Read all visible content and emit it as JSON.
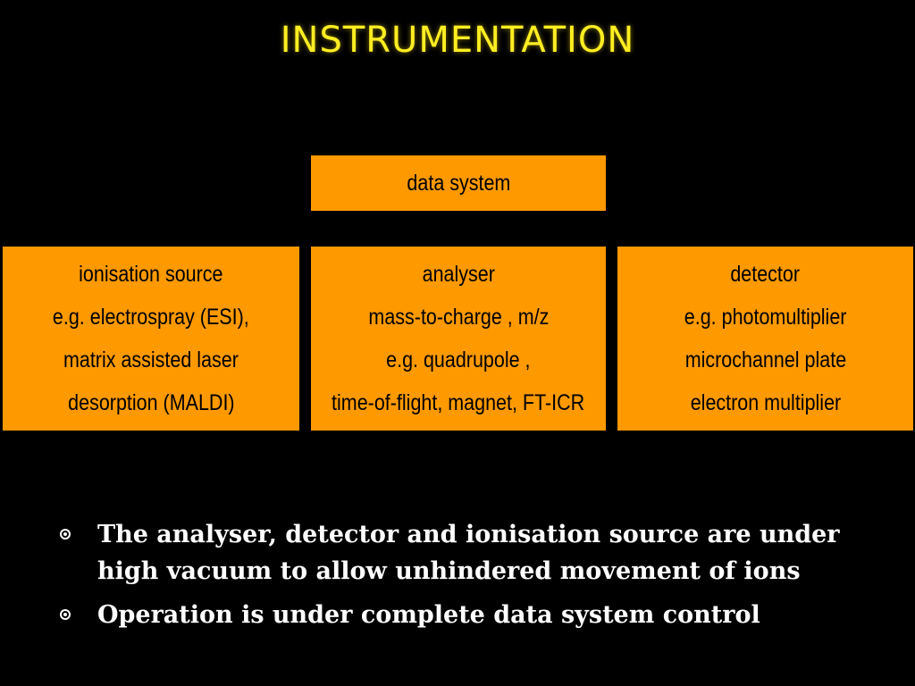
{
  "slide": {
    "title": "INSTRUMENTATION"
  },
  "diagram": {
    "data_system": {
      "lines": [
        "data system"
      ]
    },
    "ionisation_source": {
      "lines": [
        "ionisation source",
        "e.g. electrospray (ESI),",
        "matrix assisted laser",
        "desorption (MALDI)"
      ]
    },
    "analyser": {
      "lines": [
        "analyser",
        "mass-to-charge , m/z",
        "e.g. quadrupole ,",
        "time-of-flight, magnet, FT-ICR"
      ]
    },
    "detector": {
      "lines": [
        "detector",
        "e.g. photomultiplier",
        "microchannel plate",
        "electron multiplier"
      ]
    },
    "colors": {
      "box_fill": "#FF9900",
      "title": "#FFEE22",
      "background": "#000000"
    }
  },
  "bullets": [
    {
      "icon": "circled-dot-bullet-icon",
      "text": "The analyser, detector and ionisation source are under high vacuum to allow unhindered movement of ions"
    },
    {
      "icon": "circled-dot-bullet-icon",
      "text": "Operation is under complete data system control"
    }
  ]
}
